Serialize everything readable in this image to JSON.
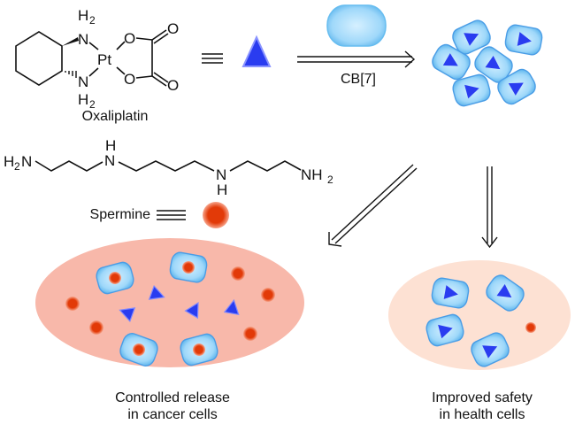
{
  "labels": {
    "oxaliplatin": "Oxaliplatin",
    "cb7": "CB[7]",
    "spermine": "Spermine",
    "cancer_caption_line1": "Controlled release",
    "cancer_caption_line2": "in cancer cells",
    "healthy_caption_line1": "Improved safety",
    "healthy_caption_line2": "in health cells"
  },
  "atoms": {
    "H2_top": "H",
    "H2_bottom": "H",
    "N_top": "N",
    "N_bottom": "N",
    "Pt": "Pt",
    "O_ring_top": "O",
    "O_ring_bottom": "O",
    "O_carbonyl_top": "O",
    "O_carbonyl_bottom": "O",
    "two": "2",
    "sp_H2N": "H",
    "sp_N1": "N",
    "sp_H1": "H",
    "sp_N2": "N",
    "sp_H2": "H",
    "sp_NH2": "NH"
  },
  "symbols": {
    "equiv": "≡"
  },
  "colors": {
    "drug_blue": "#2a3cf0",
    "cb7_blue": "#7cc8f4",
    "spermine_red": "#e23a08",
    "cancer_cell": "#f8b8aa",
    "healthy_cell": "#fde1d3"
  }
}
